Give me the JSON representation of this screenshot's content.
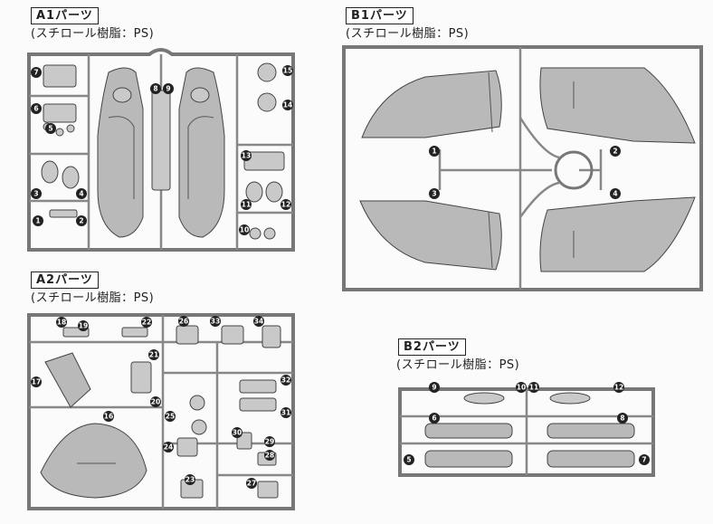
{
  "sections": {
    "a1": {
      "title": "A1パーツ",
      "material": "(スチロール樹脂：PS)"
    },
    "b1": {
      "title": "B1パーツ",
      "material": "(スチロール樹脂：PS)"
    },
    "a2": {
      "title": "A2パーツ",
      "material": "(スチロール樹脂：PS)"
    },
    "b2": {
      "title": "B2パーツ",
      "material": "(スチロール樹脂：PS)"
    }
  },
  "parts": {
    "a1": [
      "7",
      "6",
      "5",
      "3",
      "4",
      "1",
      "2",
      "8",
      "9",
      "15",
      "14",
      "13",
      "11",
      "12",
      "10"
    ],
    "b1": [
      "1",
      "2",
      "3",
      "4"
    ],
    "a2": [
      "18",
      "19",
      "22",
      "26",
      "33",
      "34",
      "17",
      "21",
      "20",
      "16",
      "25",
      "24",
      "23",
      "32",
      "31",
      "30",
      "29",
      "28",
      "27"
    ],
    "b2": [
      "9",
      "10",
      "11",
      "12",
      "6",
      "8",
      "5",
      "7"
    ]
  },
  "colors": {
    "sprue": "#777777",
    "part": "#c9c9c9",
    "label_bg": "#222222"
  }
}
